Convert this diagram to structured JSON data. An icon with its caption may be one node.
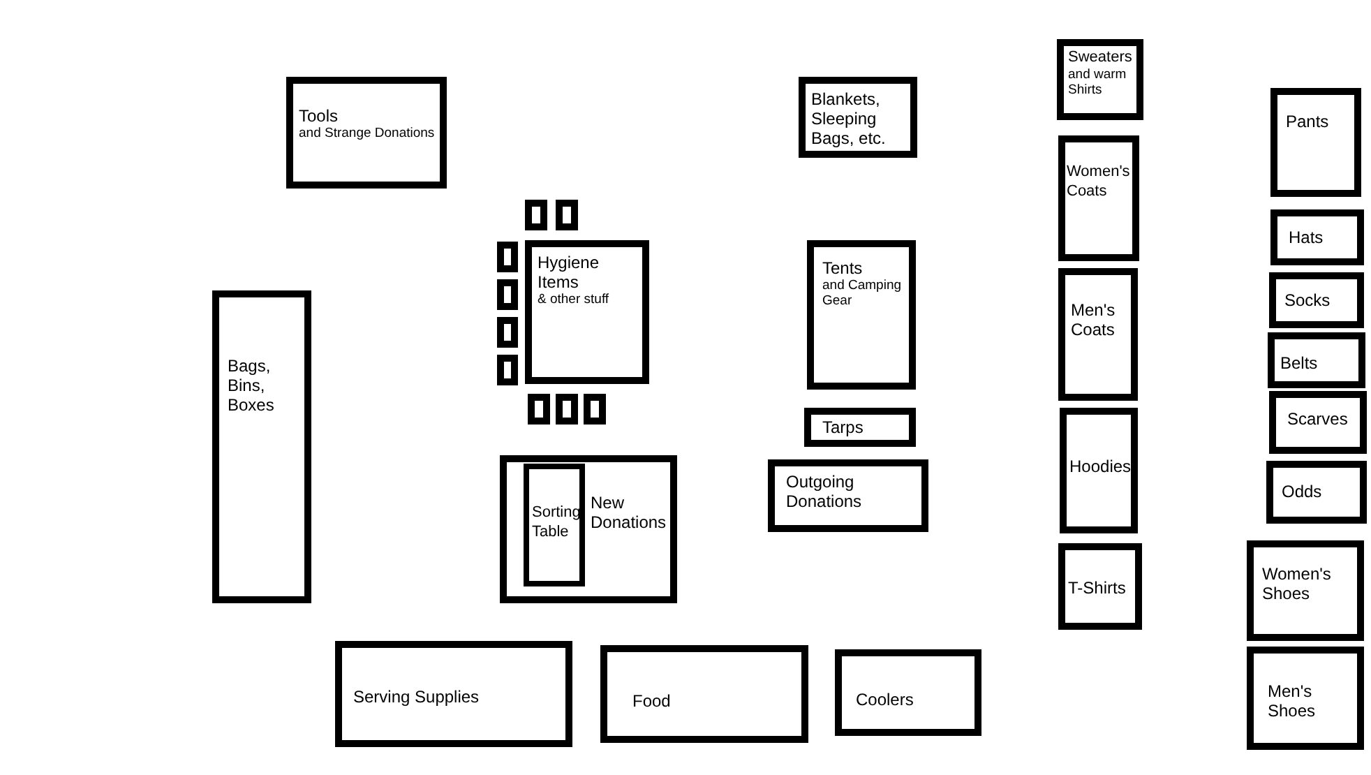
{
  "diagram": {
    "nodes": [
      {
        "text": [
          "Tools",
          "and Strange Donations"
        ]
      },
      {
        "text": [
          "Blankets, Sleeping Bags, etc."
        ]
      },
      {
        "text": [
          "Sweaters",
          "and warm Shirts"
        ]
      },
      {
        "text": [
          "Pants"
        ]
      },
      {
        "text": [
          "Women's Coats"
        ]
      },
      {
        "text": [
          "Hats"
        ]
      },
      {
        "text": [
          "Hygiene Items",
          "& other stuff"
        ]
      },
      {
        "text": [],
        "shape": "box"
      },
      {
        "text": [],
        "shape": "box"
      },
      {
        "text": [],
        "shape": "box"
      },
      {
        "text": [],
        "shape": "box"
      },
      {
        "text": [],
        "shape": "box"
      },
      {
        "text": [],
        "shape": "box"
      },
      {
        "text": [],
        "shape": "box"
      },
      {
        "text": [],
        "shape": "box"
      },
      {
        "text": [],
        "shape": "box"
      },
      {
        "text": [
          "Tents",
          "and Camping Gear"
        ]
      },
      {
        "text": [
          "Socks"
        ]
      },
      {
        "text": [
          "Men's Coats"
        ]
      },
      {
        "text": [
          "Bags, Bins, Boxes"
        ]
      },
      {
        "text": [
          "Belts"
        ]
      },
      {
        "text": [
          "Tarps"
        ]
      },
      {
        "text": [
          "Hoodies"
        ]
      },
      {
        "text": [
          "Scarves"
        ]
      },
      {
        "text": [
          "New Donations"
        ]
      },
      {
        "text": [
          "Sorting Table"
        ],
        "in": 24
      },
      {
        "text": [
          "Outgoing Donations"
        ]
      },
      {
        "text": [
          "Odds"
        ]
      },
      {
        "text": [
          "Women's Shoes"
        ]
      },
      {
        "text": [
          "T-Shirts"
        ]
      },
      {
        "text": [
          "Serving Supplies"
        ]
      },
      {
        "text": [
          "Food"
        ]
      },
      {
        "text": [
          "Coolers"
        ]
      },
      {
        "text": [
          "Men's Shoes"
        ]
      }
    ]
  }
}
